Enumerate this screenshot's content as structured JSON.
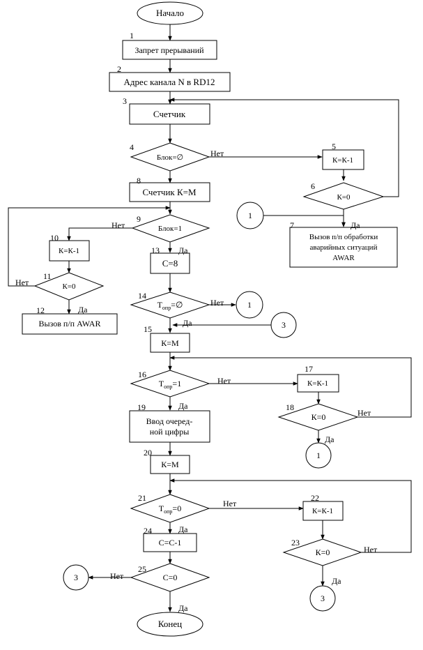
{
  "terminals": {
    "start": "Начало",
    "end": "Конец"
  },
  "blocks": {
    "b1": "Запрет прерываний",
    "b2": "Адрес канала N в RD12",
    "b3": "Счетчик",
    "b4": "Блок=∅",
    "b5": "К=К-1",
    "b6": "К=0",
    "b7": [
      "Вызов п/п обработки",
      "аварийных ситуаций",
      "AWAR"
    ],
    "b8": "Счетчик К=М",
    "b9": "Блок=1",
    "b10": "К=К-1",
    "b11": "К=0",
    "b12": "Вызов п/п AWAR",
    "b13": "С=8",
    "b14": {
      "main": "Т",
      "sub": "опр",
      "rest": "=∅"
    },
    "b15": "К=М",
    "b16": {
      "main": "Т",
      "sub": "опр",
      "rest": "=1"
    },
    "b17": "К=К-1",
    "b18": "К=0",
    "b19": [
      "Ввод очеред-",
      "ной цифры"
    ],
    "b20": "К=М",
    "b21": {
      "main": "Т",
      "sub": "опр",
      "rest": "=0"
    },
    "b22": "К=К-1",
    "b23": "К=0",
    "b24": "С=С-1",
    "b25": "С=0"
  },
  "numbers": [
    "1",
    "2",
    "3",
    "4",
    "5",
    "6",
    "7",
    "8",
    "9",
    "10",
    "11",
    "12",
    "13",
    "14",
    "15",
    "16",
    "17",
    "18",
    "19",
    "20",
    "21",
    "22",
    "23",
    "24",
    "25"
  ],
  "connectors": {
    "c1": "1",
    "c3": "3"
  },
  "labels": {
    "yes": "Да",
    "no": "Нет"
  }
}
